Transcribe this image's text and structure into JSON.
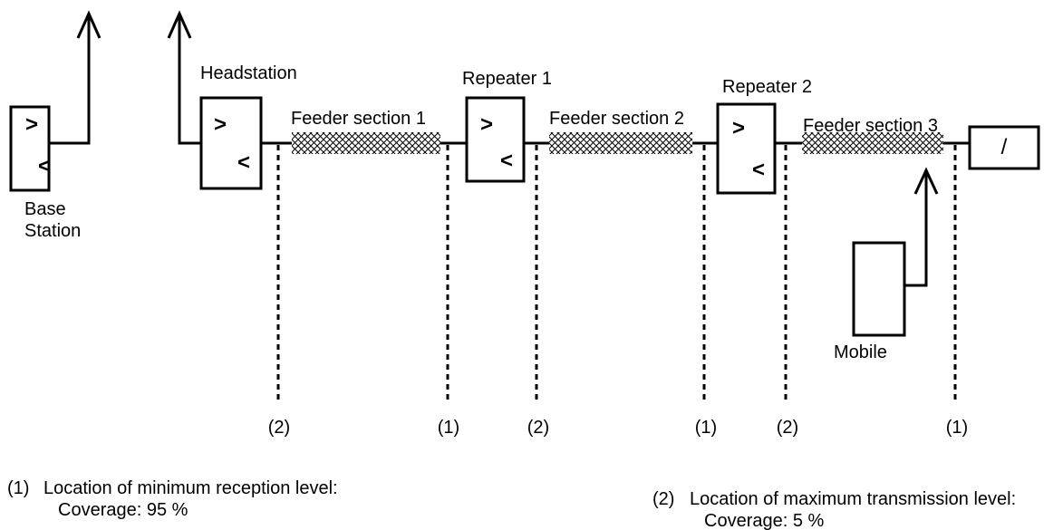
{
  "labels": {
    "base_station_line1": "Base",
    "base_station_line2": "Station",
    "headstation": "Headstation",
    "repeater1": "Repeater 1",
    "repeater2": "Repeater 2",
    "feeder1": "Feeder section 1",
    "feeder2": "Feeder section 2",
    "feeder3": "Feeder section 3",
    "mobile": "Mobile"
  },
  "symbols": {
    "amp_forward": ">",
    "amp_reverse": "<",
    "terminator": "/"
  },
  "markers": [
    "(2)",
    "(1)",
    "(2)",
    "(1)",
    "(2)",
    "(1)"
  ],
  "legend": {
    "item1_num": "(1)",
    "item1_text": "Location of minimum reception level:",
    "item1_sub": "Coverage: 95 %",
    "item2_num": "(2)",
    "item2_text": "Location of maximum transmission level:",
    "item2_sub": "Coverage: 5 %"
  }
}
